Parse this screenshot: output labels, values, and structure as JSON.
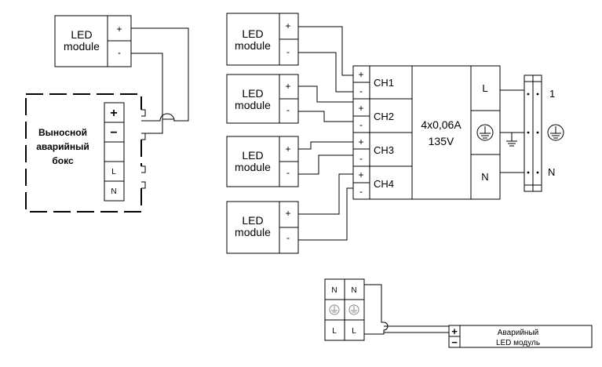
{
  "modules": {
    "line1": "LED",
    "line2": "module",
    "plus": "+",
    "minus": "-"
  },
  "remote_box": {
    "line1": "Выносной",
    "line2": "аварийный",
    "line3": "бокс",
    "plus": "+",
    "minus": "−",
    "l": "L",
    "n": "N"
  },
  "driver": {
    "channels": [
      "CH1",
      "CH2",
      "CH3",
      "CH4"
    ],
    "rating_line1": "4x0,06A",
    "rating_line2": "135V",
    "input_l": "L",
    "input_n": "N"
  },
  "terminal_block": {
    "label_1": "1",
    "label_n": "N"
  },
  "bottom_diagram": {
    "n": "N",
    "l": "L",
    "plus": "+",
    "minus": "−",
    "module_line1": "Аварийный",
    "module_line2": "LED модуль"
  }
}
